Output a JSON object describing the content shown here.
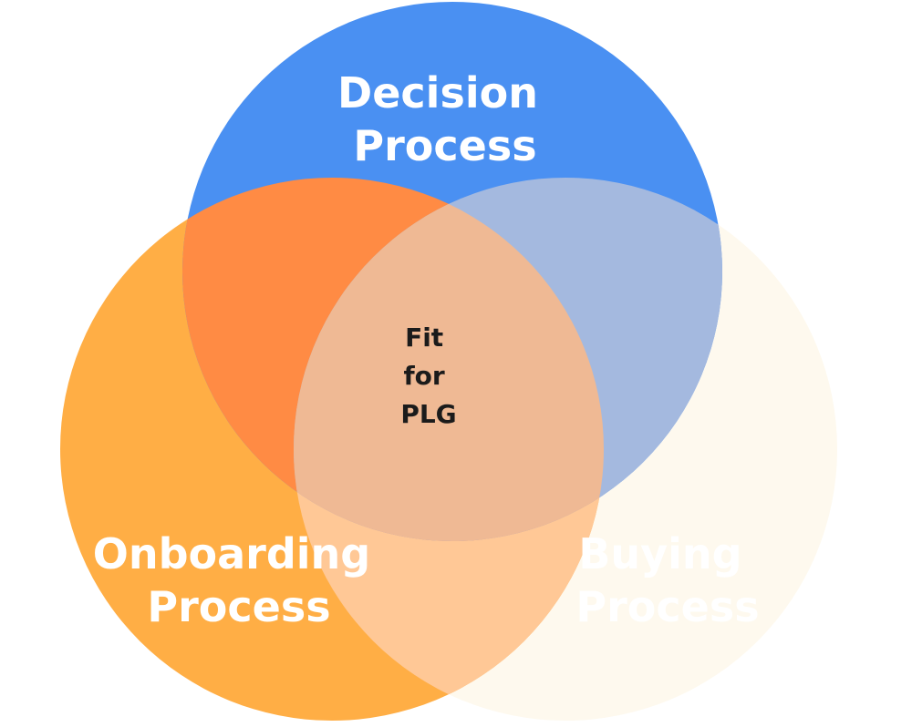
{
  "diagram": {
    "sets": {
      "decision": {
        "lines": [
          "Decision",
          "Process"
        ],
        "color": "#4A90F2",
        "text_color": "#FFFFFF"
      },
      "onboarding": {
        "lines": [
          "Onboarding",
          "Process"
        ],
        "color": "#FFAE45",
        "text_color": "#FFFFFF"
      },
      "buying": {
        "lines": [
          "Buying",
          "Process"
        ],
        "color": "#FEF9EE",
        "text_color": "#FFFFFF"
      }
    },
    "intersections": {
      "decision_onboarding": {
        "color": "#FF8B44"
      },
      "decision_buying": {
        "color": "#A4B9DF"
      },
      "onboarding_buying": {
        "color": "#FFC896"
      }
    },
    "center": {
      "lines": [
        "Fit",
        "for",
        "PLG"
      ],
      "color": "#EFB994",
      "text_color": "#1B1B1B"
    }
  }
}
